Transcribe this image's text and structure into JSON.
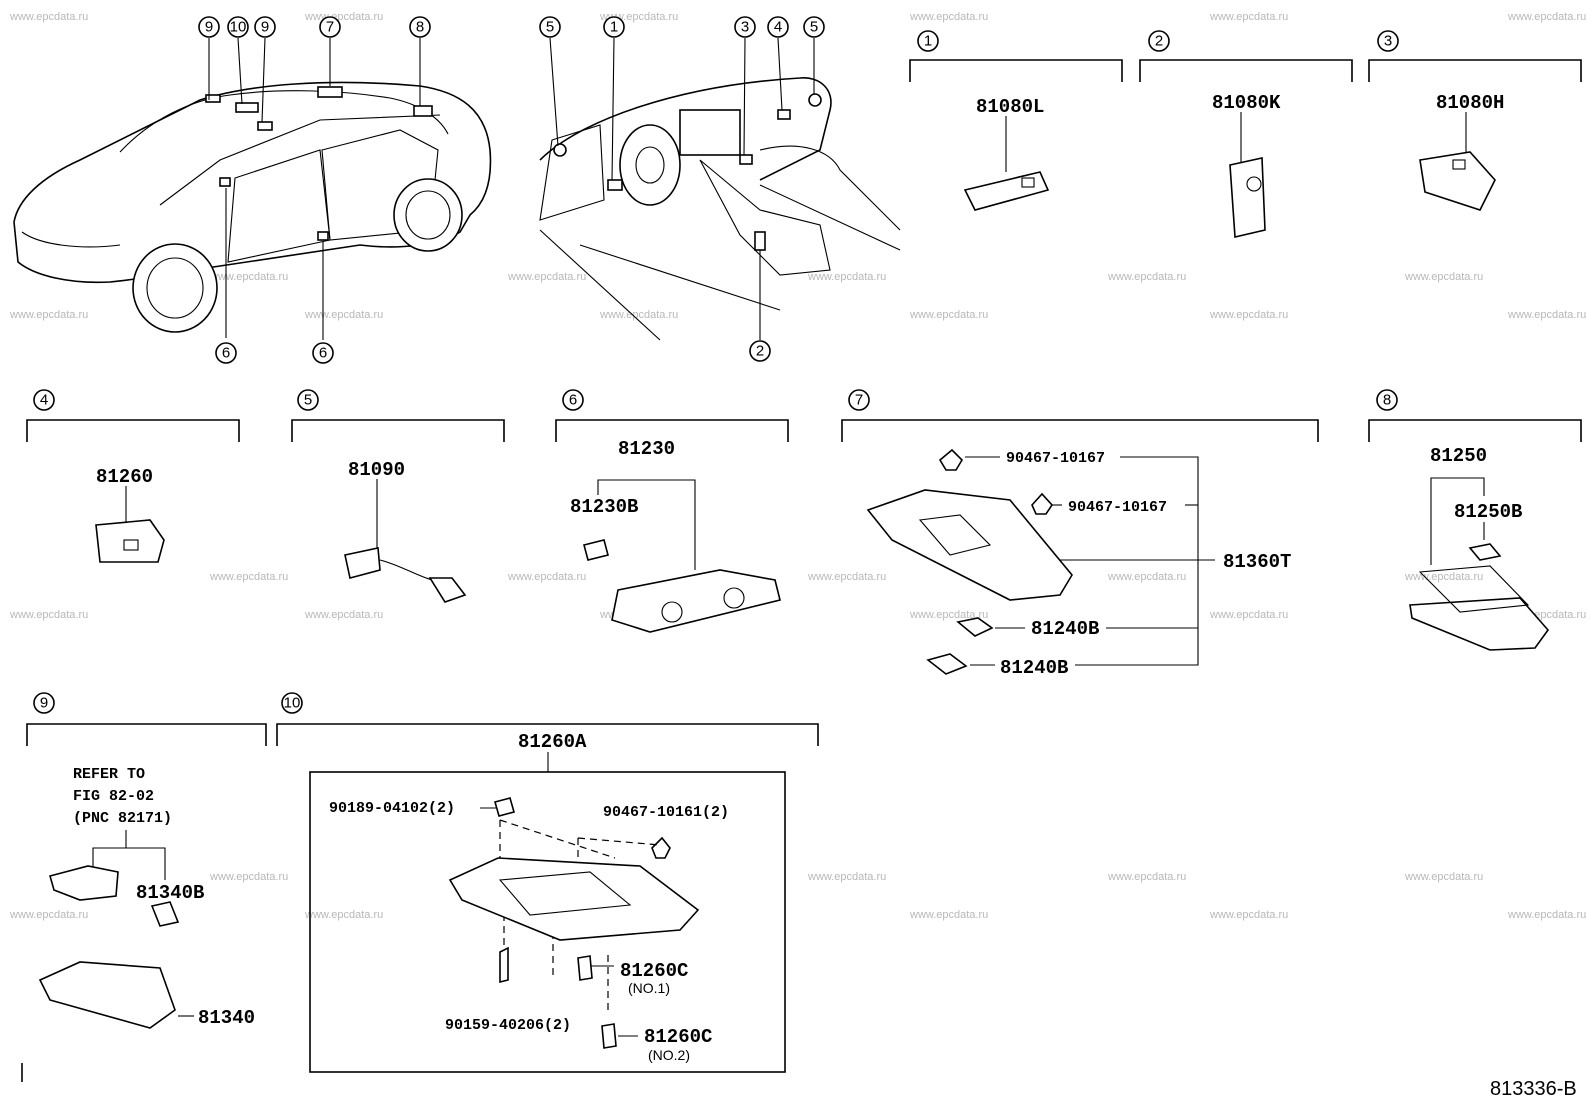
{
  "watermark": "www.epcdata.ru",
  "figure_number": "813336-B",
  "overview_callouts": {
    "car": [
      "9",
      "10",
      "9",
      "7",
      "8",
      "6",
      "6"
    ],
    "dash": [
      "5",
      "1",
      "3",
      "4",
      "5",
      "2"
    ]
  },
  "groups": [
    {
      "num": "1",
      "parts": [
        "81080L"
      ]
    },
    {
      "num": "2",
      "parts": [
        "81080K"
      ]
    },
    {
      "num": "3",
      "parts": [
        "81080H"
      ]
    },
    {
      "num": "4",
      "parts": [
        "81260"
      ]
    },
    {
      "num": "5",
      "parts": [
        "81090"
      ]
    },
    {
      "num": "6",
      "parts": [
        "81230",
        "81230B"
      ]
    },
    {
      "num": "7",
      "parts": [
        "90467-10167",
        "90467-10167",
        "81360T",
        "81240B",
        "81240B"
      ]
    },
    {
      "num": "8",
      "parts": [
        "81250",
        "81250B"
      ]
    },
    {
      "num": "9",
      "parts": [
        "81340B",
        "81340"
      ],
      "refer": [
        "REFER TO",
        "FIG 82-02",
        "(PNC 82171)"
      ]
    },
    {
      "num": "10",
      "parts": [
        "81260A",
        "90189-04102(2)",
        "90467-10161(2)",
        "81260C",
        "90159-40206(2)",
        "81260C"
      ],
      "subs": [
        "(NO.1)",
        "(NO.2)"
      ]
    }
  ]
}
